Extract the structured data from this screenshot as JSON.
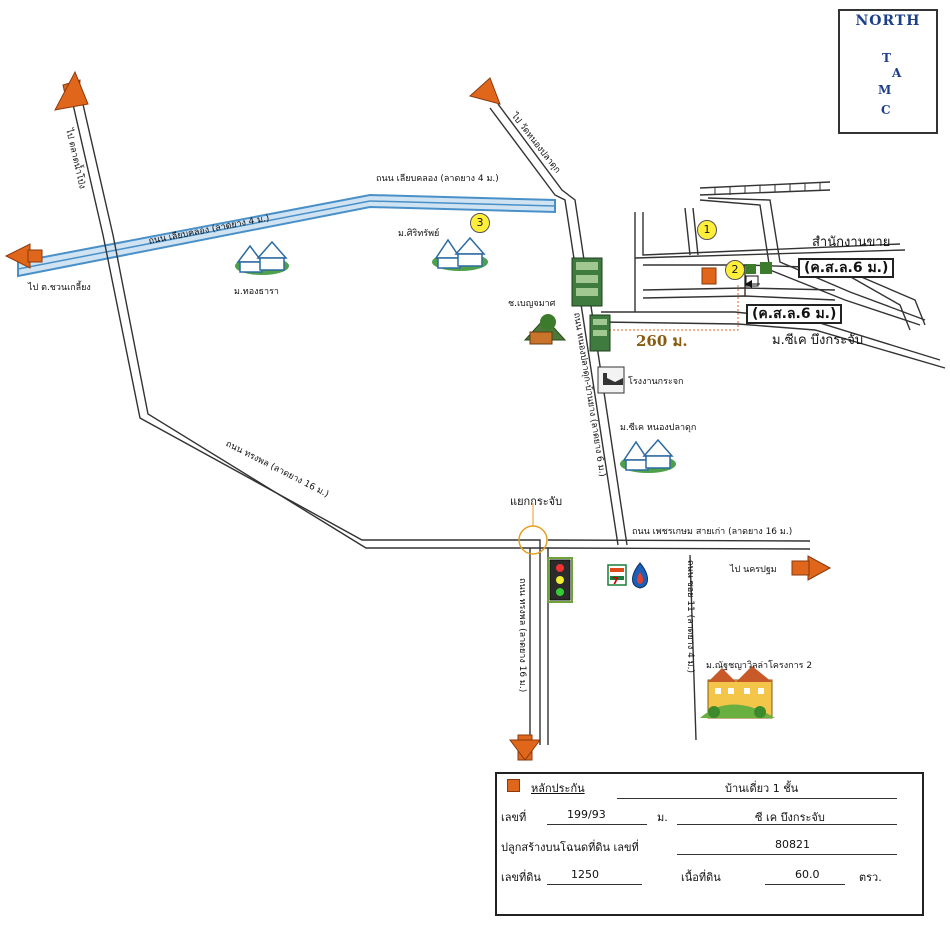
{
  "north": {
    "title": "NORTH",
    "letters": [
      "T",
      "A",
      "M",
      "C"
    ]
  },
  "roads": {
    "to_talad_nam_prang": "ไป ตลาดน้ำโป่ง",
    "to_wat_nong": "ไป วัดหนองปลาดุก",
    "to_tambon": "ไป ต.ชวนเกลี้ยง",
    "liab_khlong_upper": "ถนน เลียบคลอง (ลาดยาง 4 ม.)",
    "liab_khlong_lower": "ถนน เลียบคลอง (ลาดยาง 4 ม.)",
    "song_phon": "ถนน ทรงพล (ลาดยาง 16 ม.)",
    "petchkasem": "ถนน เพชรเกษม สายเก่า (ลาดยาง 16 ม.)",
    "to_nakhon_pathom": "ไป นครปฐม",
    "nong_pla_duk": "ถนน หนองปลาดุก-บ้านยาง (ลาดยาง 6 ม.)",
    "south_road": "ถนน ทรงพล (ลาดยาง 16 ม.)",
    "soi_11": "ถนน ซอย 11 (ลาดยาง 4 ม.)"
  },
  "places": {
    "thong_thara": "ม.ทองธารา",
    "sirithip": "ม.ศิริทรัพย์",
    "sc_nong_pla_duk": "ม.ซีเค หนองปลาดุก",
    "benjama": "ช.เบญจมาศ",
    "glass_factory": "โรงงานกระจก",
    "sales_office": "สำนักงานขาย",
    "sc_bueng": "ม.ซีเค บึงกระจับ",
    "junction": "แยกกระจับ",
    "villa": "ม.ณัฐชญาวิลล่าโครงการ 2"
  },
  "badges": {
    "one": "1",
    "two": "2",
    "three": "3"
  },
  "road_width_1": "(ค.ส.ล.6 ม.)",
  "road_width_2": "(ค.ส.ล.6 ม.)",
  "distance": "260 ม.",
  "info": {
    "legend_label": "หลักประกัน",
    "house_type": "บ้านเดี่ยว 1  ชั้น",
    "house_no_label": "เลขที่",
    "house_no": "199/93",
    "moo_label": "ม.",
    "village": "ซี เค บึงกระจับ",
    "deed_label": "ปลูกสร้างบนโฉนดที่ดิน เลขที่",
    "deed_no": "80821",
    "land_no_label": "เลขที่ดิน",
    "land_no": "1250",
    "area_label": "เนื้อที่ดิน",
    "area": "60.0",
    "area_unit": "ตรว."
  },
  "colors": {
    "arrow": "#e0661c",
    "canal": "#4a90c8",
    "road": "#333333",
    "badge": "#ffef3a",
    "north_arrow": "#ffff66",
    "north_text": "#1d3f8a",
    "distance": "#8a5a10"
  }
}
